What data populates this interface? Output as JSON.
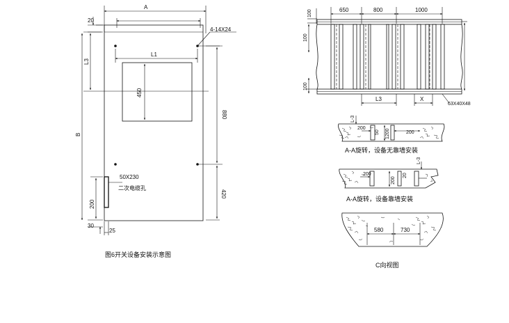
{
  "main_drawing": {
    "dim_a": "A",
    "dim_l1": "L1",
    "dim_l3": "L3",
    "dim_b": "B",
    "dim_20": "20",
    "dim_450": "450",
    "dim_880": "880",
    "dim_420": "420",
    "dim_200": "200",
    "dim_30": "30",
    "dim_25": "25",
    "hole_note": "4-14X24",
    "cable_hole_size": "50X230",
    "cable_hole_label": "二次电缆孔",
    "caption": "图6开关设备安装示意图"
  },
  "plan_view": {
    "dim_650": "650",
    "dim_800": "800",
    "dim_1000": "1000",
    "dim_100_top": "100",
    "dim_100_left": "100",
    "dim_100_bottom": "100",
    "dim_l3": "L3",
    "dim_x": "X",
    "steel_spec": "63X40X48"
  },
  "section_1": {
    "mark": "L-3",
    "dim_200_left": "200",
    "dim_50": "50",
    "dim_1200": "1200",
    "dim_200_right": "200",
    "caption": "A-A旋转，设备无靠墙安装"
  },
  "section_2": {
    "mark": "L-3",
    "dim_200_left": "200",
    "dim_200_mid": "200",
    "dim_20": "20",
    "caption": "A-A旋转，设备靠墙安装"
  },
  "section_3": {
    "dim_580": "580",
    "dim_730": "730",
    "caption": "C向视图"
  }
}
